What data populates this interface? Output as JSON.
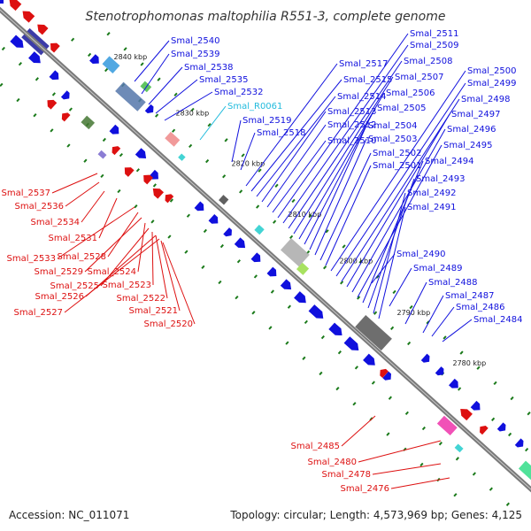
{
  "title": "Stenotrophomonas maltophilia R551-3, complete genome",
  "footer": {
    "accession": "Accession: NC_011071",
    "summary": "Topology: circular; Length: 4,573,969 bp; Genes: 4,125"
  },
  "colors": {
    "forward": "#1010dd",
    "reverse": "#dd1010",
    "rna": "#22bbdd",
    "backbone": "#808080",
    "tick": "#1a7a1a"
  },
  "kbp_markers": [
    {
      "label": "2840 kbp",
      "t": 95
    },
    {
      "label": "2830 kbp",
      "t": 165
    },
    {
      "label": "2820 kbp",
      "t": 228
    },
    {
      "label": "2810 kbp",
      "t": 292
    },
    {
      "label": "2800 kbp",
      "t": 350
    },
    {
      "label": "2790 kbp",
      "t": 415
    },
    {
      "label": "2780 kbp",
      "t": 478
    }
  ],
  "genes_blue": [
    {
      "name": "Smal_2540",
      "strand": "fwd"
    },
    {
      "name": "Smal_2539",
      "strand": "fwd"
    },
    {
      "name": "Smal_2538",
      "strand": "fwd"
    },
    {
      "name": "Smal_2535",
      "strand": "fwd"
    },
    {
      "name": "Smal_2532",
      "strand": "fwd"
    },
    {
      "name": "Smal_R0061",
      "strand": "rna"
    },
    {
      "name": "Smal_2519",
      "strand": "fwd"
    },
    {
      "name": "Smal_2518",
      "strand": "fwd"
    },
    {
      "name": "Smal_2517",
      "strand": "fwd"
    },
    {
      "name": "Smal_2515",
      "strand": "fwd"
    },
    {
      "name": "Smal_2514",
      "strand": "fwd"
    },
    {
      "name": "Smal_2513",
      "strand": "fwd"
    },
    {
      "name": "Smal_2512",
      "strand": "fwd"
    },
    {
      "name": "Smal_2510",
      "strand": "fwd"
    },
    {
      "name": "Smal_2511",
      "strand": "fwd"
    },
    {
      "name": "Smal_2509",
      "strand": "fwd"
    },
    {
      "name": "Smal_2508",
      "strand": "fwd"
    },
    {
      "name": "Smal_2507",
      "strand": "fwd"
    },
    {
      "name": "Smal_2506",
      "strand": "fwd"
    },
    {
      "name": "Smal_2505",
      "strand": "fwd"
    },
    {
      "name": "Smal_2504",
      "strand": "fwd"
    },
    {
      "name": "Smal_2503",
      "strand": "fwd"
    },
    {
      "name": "Smal_2502",
      "strand": "fwd"
    },
    {
      "name": "Smal_2501",
      "strand": "fwd"
    },
    {
      "name": "Smal_2500",
      "strand": "fwd"
    },
    {
      "name": "Smal_2499",
      "strand": "fwd"
    },
    {
      "name": "Smal_2498",
      "strand": "fwd"
    },
    {
      "name": "Smal_2497",
      "strand": "fwd"
    },
    {
      "name": "Smal_2496",
      "strand": "fwd"
    },
    {
      "name": "Smal_2495",
      "strand": "fwd"
    },
    {
      "name": "Smal_2494",
      "strand": "fwd"
    },
    {
      "name": "Smal_2493",
      "strand": "fwd"
    },
    {
      "name": "Smal_2492",
      "strand": "fwd"
    },
    {
      "name": "Smal_2491",
      "strand": "fwd"
    },
    {
      "name": "Smal_2490",
      "strand": "fwd"
    },
    {
      "name": "Smal_2489",
      "strand": "fwd"
    },
    {
      "name": "Smal_2488",
      "strand": "fwd"
    },
    {
      "name": "Smal_2487",
      "strand": "fwd"
    },
    {
      "name": "Smal_2486",
      "strand": "fwd"
    },
    {
      "name": "Smal_2484",
      "strand": "fwd"
    }
  ],
  "genes_red": [
    {
      "name": "Smal_2537",
      "strand": "rev"
    },
    {
      "name": "Smal_2536",
      "strand": "rev"
    },
    {
      "name": "Smal_2534",
      "strand": "rev"
    },
    {
      "name": "Smal_2531",
      "strand": "rev"
    },
    {
      "name": "Smal_2533",
      "strand": "rev"
    },
    {
      "name": "Smal_2528",
      "strand": "rev"
    },
    {
      "name": "Smal_2529",
      "strand": "rev"
    },
    {
      "name": "Smal_2524",
      "strand": "rev"
    },
    {
      "name": "Smal_2525",
      "strand": "rev"
    },
    {
      "name": "Smal_2523",
      "strand": "rev"
    },
    {
      "name": "Smal_2526",
      "strand": "rev"
    },
    {
      "name": "Smal_2522",
      "strand": "rev"
    },
    {
      "name": "Smal_2527",
      "strand": "rev"
    },
    {
      "name": "Smal_2521",
      "strand": "rev"
    },
    {
      "name": "Smal_2520",
      "strand": "rev"
    },
    {
      "name": "Smal_2485",
      "strand": "rev"
    },
    {
      "name": "Smal_2480",
      "strand": "rev"
    },
    {
      "name": "Smal_2478",
      "strand": "rev"
    },
    {
      "name": "Smal_2476",
      "strand": "rev"
    }
  ]
}
